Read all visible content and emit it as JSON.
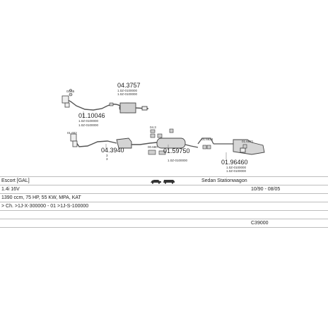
{
  "parts": {
    "p1_num": "01.65",
    "p2_num": "04.3757",
    "p2_sub1": "1.0Z-0100000",
    "p2_sub2": "1.0Z-0100000",
    "p3_num": "01.10046",
    "p3_sub1": "1.0Z-0100000",
    "p3_sub2": "1.0Z-0100000",
    "p4_num": "01.652",
    "p5_num": "04.3940",
    "p5_sub1": "3",
    "p5_sub2": "3",
    "p6_num": "04.3",
    "p7_num": "00.680",
    "p8_num": "01.59750",
    "p8_sub1": "1.0Z-0100000",
    "p9_num": "01.6624",
    "p10_num": "01.96460",
    "p10_sub1": "1.0Z-0100000",
    "p10_sub2": "1.0Z-0100000",
    "p11_num": "01.6621"
  },
  "info": {
    "model": "Escort [GAL]",
    "body_type": "Sedan Stationwagon",
    "engine": "1.4i 16V",
    "years": "10/90 - 08/05",
    "specs": "1390 ccm, 75 HP, 55 KW, MPA, KAT",
    "chassis": "> Ch. >1J-X-300000 - 01 >1J-S-100000",
    "code": "C39000"
  }
}
